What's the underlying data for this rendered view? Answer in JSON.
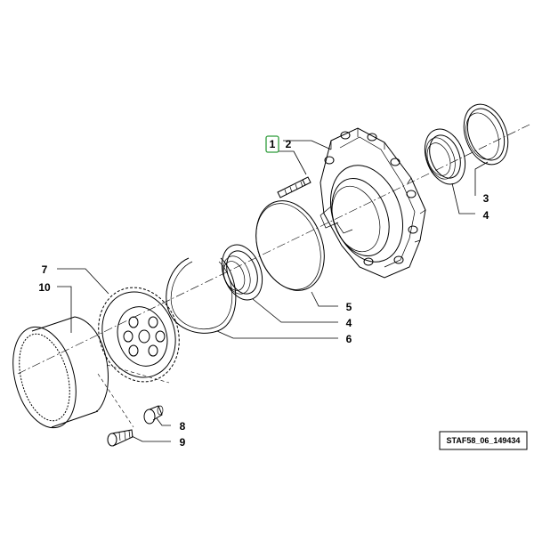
{
  "callouts": {
    "c1": "1",
    "c2": "2",
    "c3": "3",
    "c4a": "4",
    "c4b": "4",
    "c5": "5",
    "c6": "6",
    "c7": "7",
    "c8": "8",
    "c9": "9",
    "c10": "10"
  },
  "drawing_code": "STAF58_06_149434",
  "highlight_color": "#2e9c3a"
}
